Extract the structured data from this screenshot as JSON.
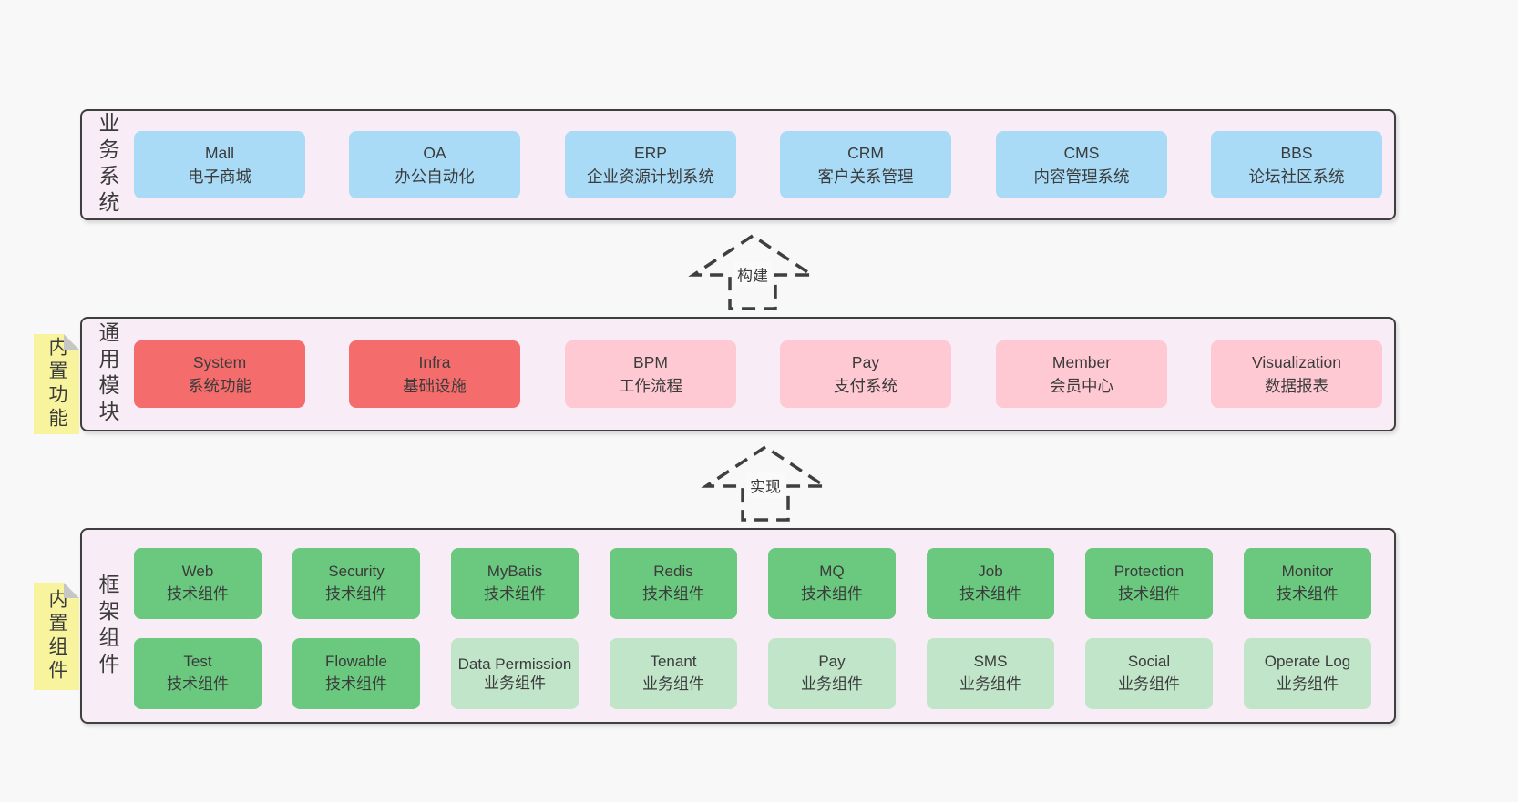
{
  "colors": {
    "page_bg": "#f8f8f8",
    "band_bg": "#f8edf6",
    "band_border": "#3f3f3f",
    "blue_box": "#a9dbf7",
    "red_box": "#f56c6c",
    "pink_box": "#fec9d2",
    "green_box": "#6ac97f",
    "light_green_box": "#c1e5c9",
    "note_bg": "#f8f49e",
    "text": "#3b3b3b"
  },
  "arrows": [
    {
      "label": "构建"
    },
    {
      "label": "实现"
    }
  ],
  "bands": [
    {
      "label": "业务系统",
      "boxes": [
        {
          "title": "Mall",
          "subtitle": "电子商城"
        },
        {
          "title": "OA",
          "subtitle": "办公自动化"
        },
        {
          "title": "ERP",
          "subtitle": "企业资源计划系统"
        },
        {
          "title": "CRM",
          "subtitle": "客户关系管理"
        },
        {
          "title": "CMS",
          "subtitle": "内容管理系统"
        },
        {
          "title": "BBS",
          "subtitle": "论坛社区系统"
        }
      ]
    },
    {
      "label": "通用模块",
      "note": "内置功能",
      "boxes": [
        {
          "title": "System",
          "subtitle": "系统功能"
        },
        {
          "title": "Infra",
          "subtitle": "基础设施"
        },
        {
          "title": "BPM",
          "subtitle": "工作流程"
        },
        {
          "title": "Pay",
          "subtitle": "支付系统"
        },
        {
          "title": "Member",
          "subtitle": "会员中心"
        },
        {
          "title": "Visualization",
          "subtitle": "数据报表"
        }
      ]
    },
    {
      "label": "框架组件",
      "note": "内置组件",
      "rows": [
        [
          {
            "title": "Web",
            "subtitle": "技术组件"
          },
          {
            "title": "Security",
            "subtitle": "技术组件"
          },
          {
            "title": "MyBatis",
            "subtitle": "技术组件"
          },
          {
            "title": "Redis",
            "subtitle": "技术组件"
          },
          {
            "title": "MQ",
            "subtitle": "技术组件"
          },
          {
            "title": "Job",
            "subtitle": "技术组件"
          },
          {
            "title": "Protection",
            "subtitle": "技术组件"
          },
          {
            "title": "Monitor",
            "subtitle": "技术组件"
          }
        ],
        [
          {
            "title": "Test",
            "subtitle": "技术组件"
          },
          {
            "title": "Flowable",
            "subtitle": "技术组件"
          },
          {
            "title": "Data Permission",
            "subtitle": "业务组件"
          },
          {
            "title": "Tenant",
            "subtitle": "业务组件"
          },
          {
            "title": "Pay",
            "subtitle": "业务组件"
          },
          {
            "title": "SMS",
            "subtitle": "业务组件"
          },
          {
            "title": "Social",
            "subtitle": "业务组件"
          },
          {
            "title": "Operate Log",
            "subtitle": "业务组件"
          }
        ]
      ]
    }
  ]
}
